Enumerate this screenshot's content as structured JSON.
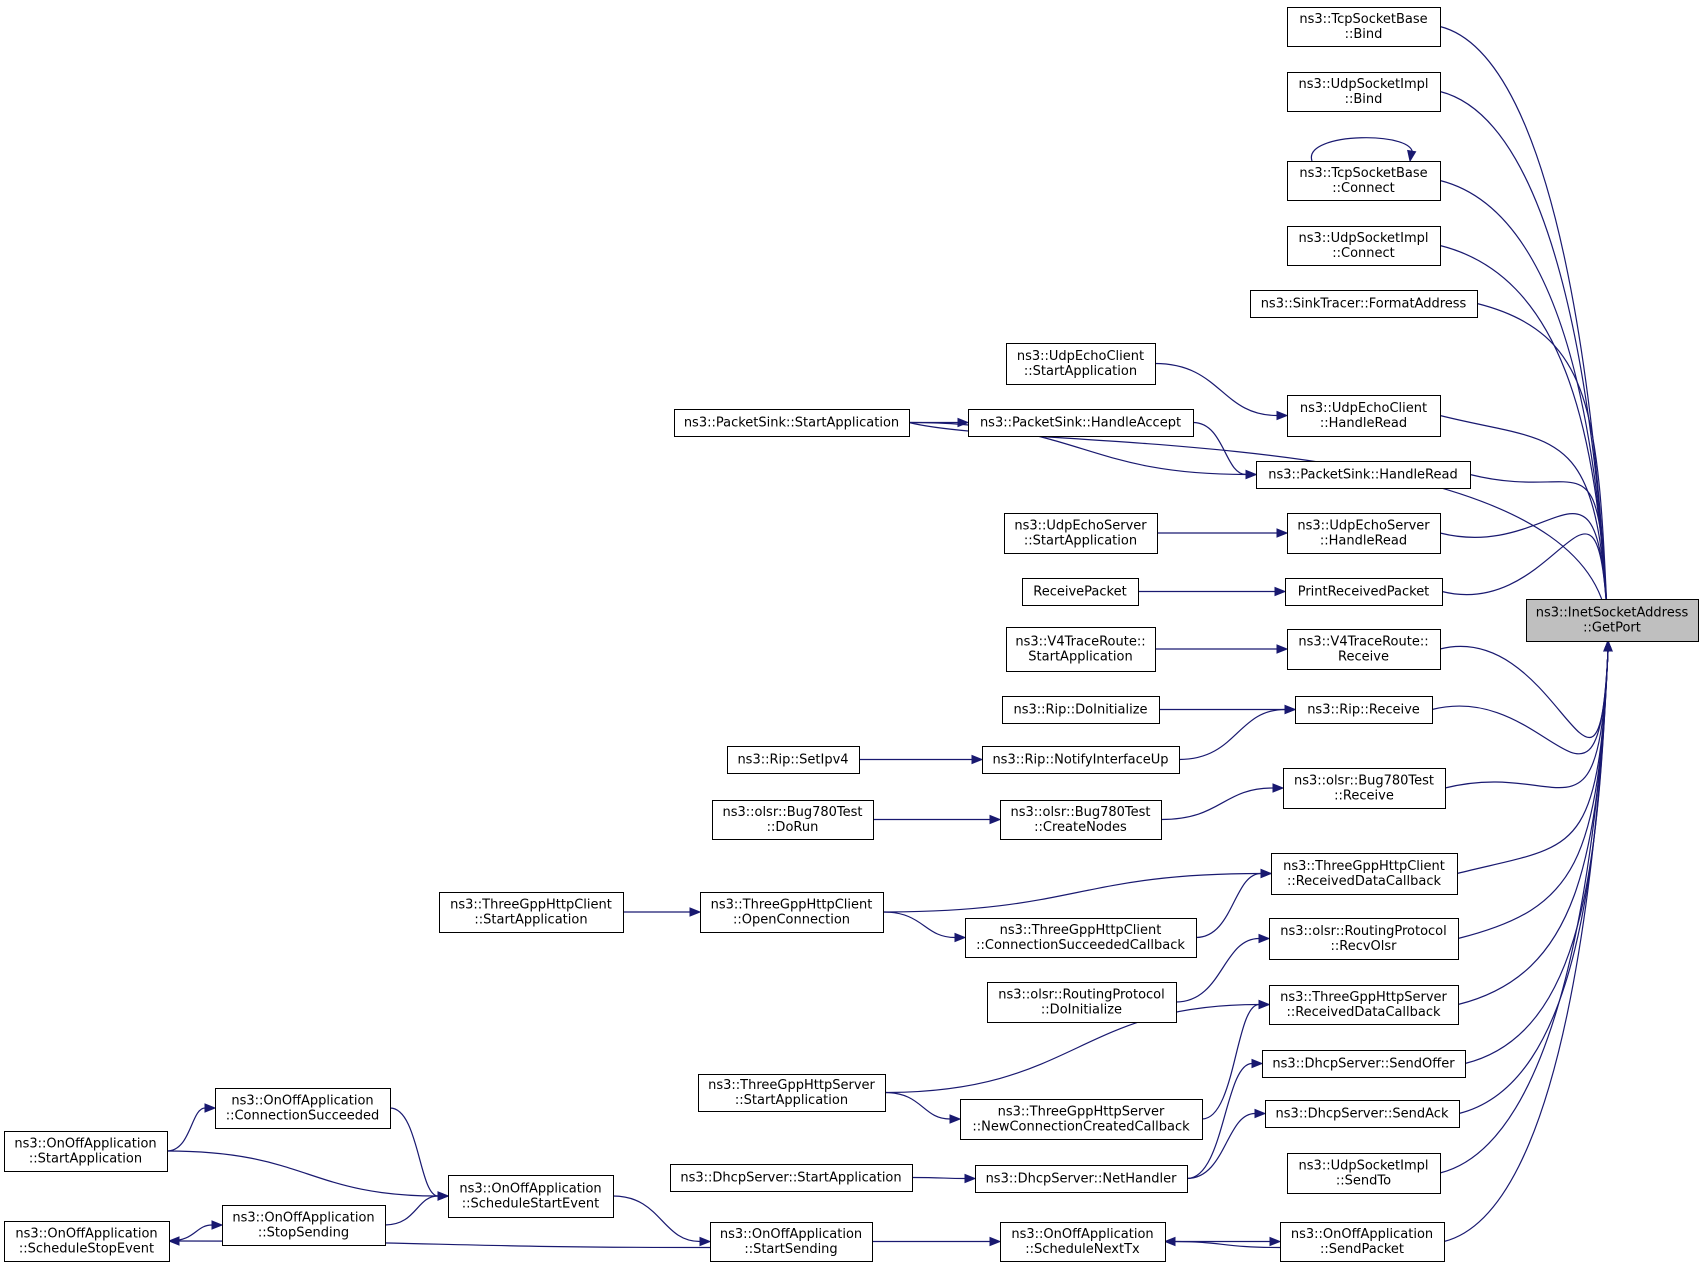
{
  "diagram": {
    "colors": {
      "edge": "#191970",
      "node_fill": "#ffffff",
      "focus_fill": "#bfbfbf",
      "border": "#000000"
    },
    "nodes": [
      {
        "id": "getport",
        "lines": [
          "ns3::InetSocketAddress",
          "::GetPort"
        ],
        "focus": true
      },
      {
        "id": "tcp_bind",
        "lines": [
          "ns3::TcpSocketBase",
          "::Bind"
        ]
      },
      {
        "id": "udp_bind",
        "lines": [
          "ns3::UdpSocketImpl",
          "::Bind"
        ]
      },
      {
        "id": "tcp_connect",
        "lines": [
          "ns3::TcpSocketBase",
          "::Connect"
        ]
      },
      {
        "id": "udp_connect",
        "lines": [
          "ns3::UdpSocketImpl",
          "::Connect"
        ]
      },
      {
        "id": "sink_format",
        "lines": [
          "ns3::SinkTracer::FormatAddress"
        ]
      },
      {
        "id": "echoclient_start",
        "lines": [
          "ns3::UdpEchoClient",
          "::StartApplication"
        ]
      },
      {
        "id": "echoclient_read",
        "lines": [
          "ns3::UdpEchoClient",
          "::HandleRead"
        ]
      },
      {
        "id": "psink_start",
        "lines": [
          "ns3::PacketSink::StartApplication"
        ]
      },
      {
        "id": "psink_accept",
        "lines": [
          "ns3::PacketSink::HandleAccept"
        ]
      },
      {
        "id": "psink_read",
        "lines": [
          "ns3::PacketSink::HandleRead"
        ]
      },
      {
        "id": "echoserver_start",
        "lines": [
          "ns3::UdpEchoServer",
          "::StartApplication"
        ]
      },
      {
        "id": "echoserver_read",
        "lines": [
          "ns3::UdpEchoServer",
          "::HandleRead"
        ]
      },
      {
        "id": "receivepacket",
        "lines": [
          "ReceivePacket"
        ]
      },
      {
        "id": "printreceived",
        "lines": [
          "PrintReceivedPacket"
        ]
      },
      {
        "id": "v4_start",
        "lines": [
          "ns3::V4TraceRoute::",
          "StartApplication"
        ]
      },
      {
        "id": "v4_receive",
        "lines": [
          "ns3::V4TraceRoute::",
          "Receive"
        ]
      },
      {
        "id": "rip_init",
        "lines": [
          "ns3::Rip::DoInitialize"
        ]
      },
      {
        "id": "rip_receive",
        "lines": [
          "ns3::Rip::Receive"
        ]
      },
      {
        "id": "rip_setipv4",
        "lines": [
          "ns3::Rip::SetIpv4"
        ]
      },
      {
        "id": "rip_notify",
        "lines": [
          "ns3::Rip::NotifyInterfaceUp"
        ]
      },
      {
        "id": "bug_dorun",
        "lines": [
          "ns3::olsr::Bug780Test",
          "::DoRun"
        ]
      },
      {
        "id": "bug_create",
        "lines": [
          "ns3::olsr::Bug780Test",
          "::CreateNodes"
        ]
      },
      {
        "id": "bug_receive",
        "lines": [
          "ns3::olsr::Bug780Test",
          "::Receive"
        ]
      },
      {
        "id": "httpc_start",
        "lines": [
          "ns3::ThreeGppHttpClient",
          "::StartApplication"
        ]
      },
      {
        "id": "httpc_open",
        "lines": [
          "ns3::ThreeGppHttpClient",
          "::OpenConnection"
        ]
      },
      {
        "id": "httpc_recv",
        "lines": [
          "ns3::ThreeGppHttpClient",
          "::ReceivedDataCallback"
        ]
      },
      {
        "id": "httpc_conn",
        "lines": [
          "ns3::ThreeGppHttpClient",
          "::ConnectionSucceededCallback"
        ]
      },
      {
        "id": "olsr_init",
        "lines": [
          "ns3::olsr::RoutingProtocol",
          "::DoInitialize"
        ]
      },
      {
        "id": "olsr_recv",
        "lines": [
          "ns3::olsr::RoutingProtocol",
          "::RecvOlsr"
        ]
      },
      {
        "id": "https_start",
        "lines": [
          "ns3::ThreeGppHttpServer",
          "::StartApplication"
        ]
      },
      {
        "id": "https_recv",
        "lines": [
          "ns3::ThreeGppHttpServer",
          "::ReceivedDataCallback"
        ]
      },
      {
        "id": "https_newconn",
        "lines": [
          "ns3::ThreeGppHttpServer",
          "::NewConnectionCreatedCallback"
        ]
      },
      {
        "id": "dhcp_offer",
        "lines": [
          "ns3::DhcpServer::SendOffer"
        ]
      },
      {
        "id": "dhcp_ack",
        "lines": [
          "ns3::DhcpServer::SendAck"
        ]
      },
      {
        "id": "dhcp_start",
        "lines": [
          "ns3::DhcpServer::StartApplication"
        ]
      },
      {
        "id": "dhcp_net",
        "lines": [
          "ns3::DhcpServer::NetHandler"
        ]
      },
      {
        "id": "udp_sendto",
        "lines": [
          "ns3::UdpSocketImpl",
          "::SendTo"
        ]
      },
      {
        "id": "onoff_connsucc",
        "lines": [
          "ns3::OnOffApplication",
          "::ConnectionSucceeded"
        ]
      },
      {
        "id": "onoff_start",
        "lines": [
          "ns3::OnOffApplication",
          "::StartApplication"
        ]
      },
      {
        "id": "onoff_schedstart",
        "lines": [
          "ns3::OnOffApplication",
          "::ScheduleStartEvent"
        ]
      },
      {
        "id": "onoff_stopsend",
        "lines": [
          "ns3::OnOffApplication",
          "::StopSending"
        ]
      },
      {
        "id": "onoff_schedstop",
        "lines": [
          "ns3::OnOffApplication",
          "::ScheduleStopEvent"
        ]
      },
      {
        "id": "onoff_startsend",
        "lines": [
          "ns3::OnOffApplication",
          "::StartSending"
        ]
      },
      {
        "id": "onoff_schednext",
        "lines": [
          "ns3::OnOffApplication",
          "::ScheduleNextTx"
        ]
      },
      {
        "id": "onoff_sendpacket",
        "lines": [
          "ns3::OnOffApplication",
          "::SendPacket"
        ]
      }
    ],
    "edges": [
      {
        "from": "tcp_bind",
        "to": "getport"
      },
      {
        "from": "udp_bind",
        "to": "getport"
      },
      {
        "from": "tcp_connect",
        "to": "getport"
      },
      {
        "from": "tcp_connect",
        "to": "tcp_connect"
      },
      {
        "from": "udp_connect",
        "to": "getport"
      },
      {
        "from": "sink_format",
        "to": "getport"
      },
      {
        "from": "psink_start",
        "to": "getport"
      },
      {
        "from": "echoclient_start",
        "to": "echoclient_read"
      },
      {
        "from": "echoclient_read",
        "to": "getport"
      },
      {
        "from": "psink_start",
        "to": "psink_accept"
      },
      {
        "from": "psink_accept",
        "to": "psink_read"
      },
      {
        "from": "psink_start",
        "to": "psink_read"
      },
      {
        "from": "psink_read",
        "to": "getport"
      },
      {
        "from": "echoserver_start",
        "to": "echoserver_read"
      },
      {
        "from": "echoserver_read",
        "to": "getport"
      },
      {
        "from": "receivepacket",
        "to": "printreceived"
      },
      {
        "from": "printreceived",
        "to": "getport"
      },
      {
        "from": "v4_start",
        "to": "v4_receive"
      },
      {
        "from": "v4_receive",
        "to": "getport"
      },
      {
        "from": "rip_init",
        "to": "rip_receive"
      },
      {
        "from": "rip_notify",
        "to": "rip_receive"
      },
      {
        "from": "rip_setipv4",
        "to": "rip_notify"
      },
      {
        "from": "rip_receive",
        "to": "getport"
      },
      {
        "from": "bug_dorun",
        "to": "bug_create"
      },
      {
        "from": "bug_create",
        "to": "bug_receive"
      },
      {
        "from": "bug_receive",
        "to": "getport"
      },
      {
        "from": "httpc_start",
        "to": "httpc_open"
      },
      {
        "from": "httpc_open",
        "to": "httpc_recv"
      },
      {
        "from": "httpc_open",
        "to": "httpc_conn"
      },
      {
        "from": "httpc_conn",
        "to": "httpc_recv"
      },
      {
        "from": "httpc_recv",
        "to": "getport"
      },
      {
        "from": "olsr_init",
        "to": "olsr_recv"
      },
      {
        "from": "olsr_recv",
        "to": "getport"
      },
      {
        "from": "https_start",
        "to": "https_recv"
      },
      {
        "from": "https_start",
        "to": "https_newconn"
      },
      {
        "from": "https_newconn",
        "to": "https_recv"
      },
      {
        "from": "https_recv",
        "to": "getport"
      },
      {
        "from": "dhcp_net",
        "to": "dhcp_offer"
      },
      {
        "from": "dhcp_net",
        "to": "dhcp_ack"
      },
      {
        "from": "dhcp_start",
        "to": "dhcp_net"
      },
      {
        "from": "dhcp_offer",
        "to": "getport"
      },
      {
        "from": "dhcp_ack",
        "to": "getport"
      },
      {
        "from": "udp_sendto",
        "to": "getport"
      },
      {
        "from": "onoff_start",
        "to": "onoff_connsucc"
      },
      {
        "from": "onoff_connsucc",
        "to": "onoff_schedstart"
      },
      {
        "from": "onoff_start",
        "to": "onoff_schedstart"
      },
      {
        "from": "onoff_stopsend",
        "to": "onoff_schedstart"
      },
      {
        "from": "onoff_schedstop",
        "to": "onoff_stopsend"
      },
      {
        "from": "onoff_startsend",
        "to": "onoff_schedstop"
      },
      {
        "from": "onoff_schedstart",
        "to": "onoff_startsend"
      },
      {
        "from": "onoff_startsend",
        "to": "onoff_schednext"
      },
      {
        "from": "onoff_schednext",
        "to": "onoff_sendpacket"
      },
      {
        "from": "onoff_sendpacket",
        "to": "onoff_schednext"
      },
      {
        "from": "onoff_sendpacket",
        "to": "getport"
      }
    ]
  }
}
